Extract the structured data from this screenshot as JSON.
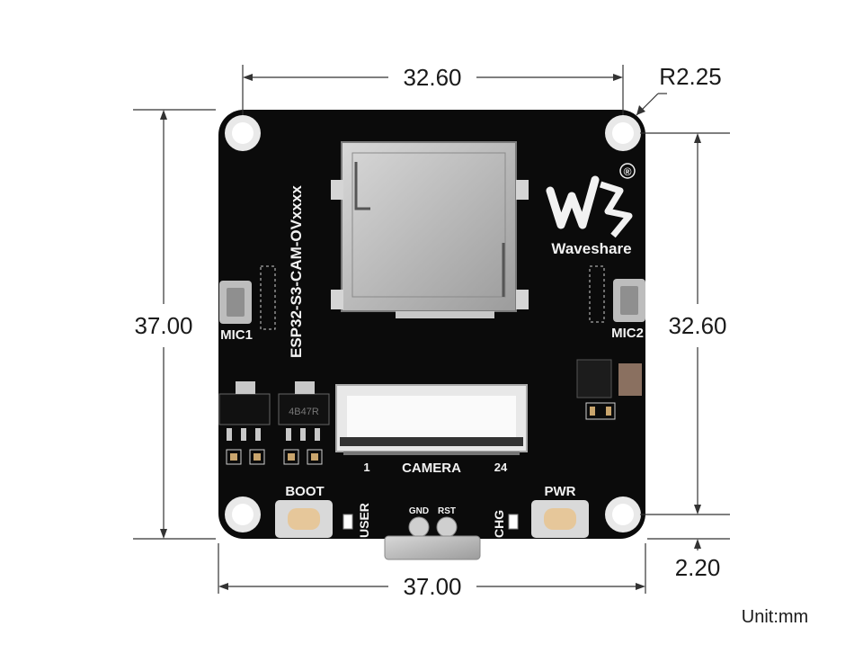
{
  "dimensions": {
    "top_width": "32.60",
    "bottom_width": "37.00",
    "left_height": "37.00",
    "right_height": "32.60",
    "corner_radius": "R2.25",
    "hole_offset": "2.20",
    "unit": "Unit:mm"
  },
  "board": {
    "model": "ESP32-S3-CAM-OVxxxx",
    "brand": "Waveshare",
    "registered_mark": "®",
    "mic1": "MIC1",
    "mic2": "MIC2",
    "camera": "CAMERA",
    "pin1": "1",
    "pin24": "24",
    "boot": "BOOT",
    "user": "USER",
    "gnd": "GND",
    "rst": "RST",
    "chg": "CHG",
    "pwr": "PWR",
    "regulator_mark": "4B47R"
  },
  "colors": {
    "pcb": "#0b0b0b",
    "silkscreen": "#f2f2f2",
    "metal": "#b9b9b9",
    "button_cap": "#e6c79a",
    "dimension_line": "#333333"
  }
}
